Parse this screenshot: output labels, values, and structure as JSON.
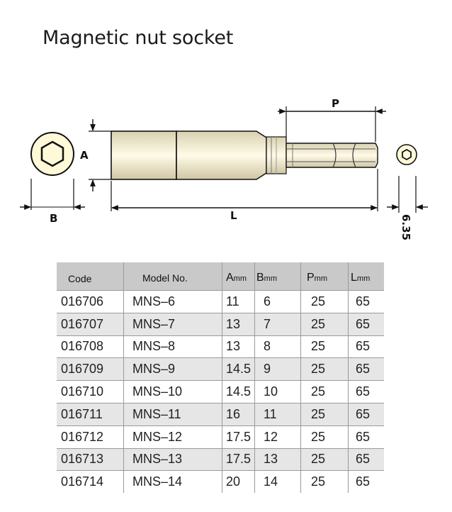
{
  "title": "Magnetic nut socket",
  "diagram": {
    "dim_a": "A",
    "dim_b": "B",
    "dim_l": "L",
    "dim_p": "P",
    "dim_hex": "6.35"
  },
  "table": {
    "headers": {
      "code": "Code",
      "model": "Model No.",
      "a_letter": "A",
      "a_unit": "mm",
      "b_letter": "B",
      "b_unit": "mm",
      "p_letter": "P",
      "p_unit": "mm",
      "l_letter": "L",
      "l_unit": "mm"
    },
    "rows": [
      {
        "code": "016706",
        "model": "MNS–6",
        "a": "11",
        "b": "6",
        "p": "25",
        "l": "65"
      },
      {
        "code": "016707",
        "model": "MNS–7",
        "a": "13",
        "b": "7",
        "p": "25",
        "l": "65"
      },
      {
        "code": "016708",
        "model": "MNS–8",
        "a": "13",
        "b": "8",
        "p": "25",
        "l": "65"
      },
      {
        "code": "016709",
        "model": "MNS–9",
        "a": "14.5",
        "b": "9",
        "p": "25",
        "l": "65"
      },
      {
        "code": "016710",
        "model": "MNS–10",
        "a": "14.5",
        "b": "10",
        "p": "25",
        "l": "65"
      },
      {
        "code": "016711",
        "model": "MNS–11",
        "a": "16",
        "b": "11",
        "p": "25",
        "l": "65"
      },
      {
        "code": "016712",
        "model": "MNS–12",
        "a": "17.5",
        "b": "12",
        "p": "25",
        "l": "65"
      },
      {
        "code": "016713",
        "model": "MNS–13",
        "a": "17.5",
        "b": "13",
        "p": "25",
        "l": "65"
      },
      {
        "code": "016714",
        "model": "MNS–14",
        "a": "20",
        "b": "14",
        "p": "25",
        "l": "65"
      }
    ]
  }
}
